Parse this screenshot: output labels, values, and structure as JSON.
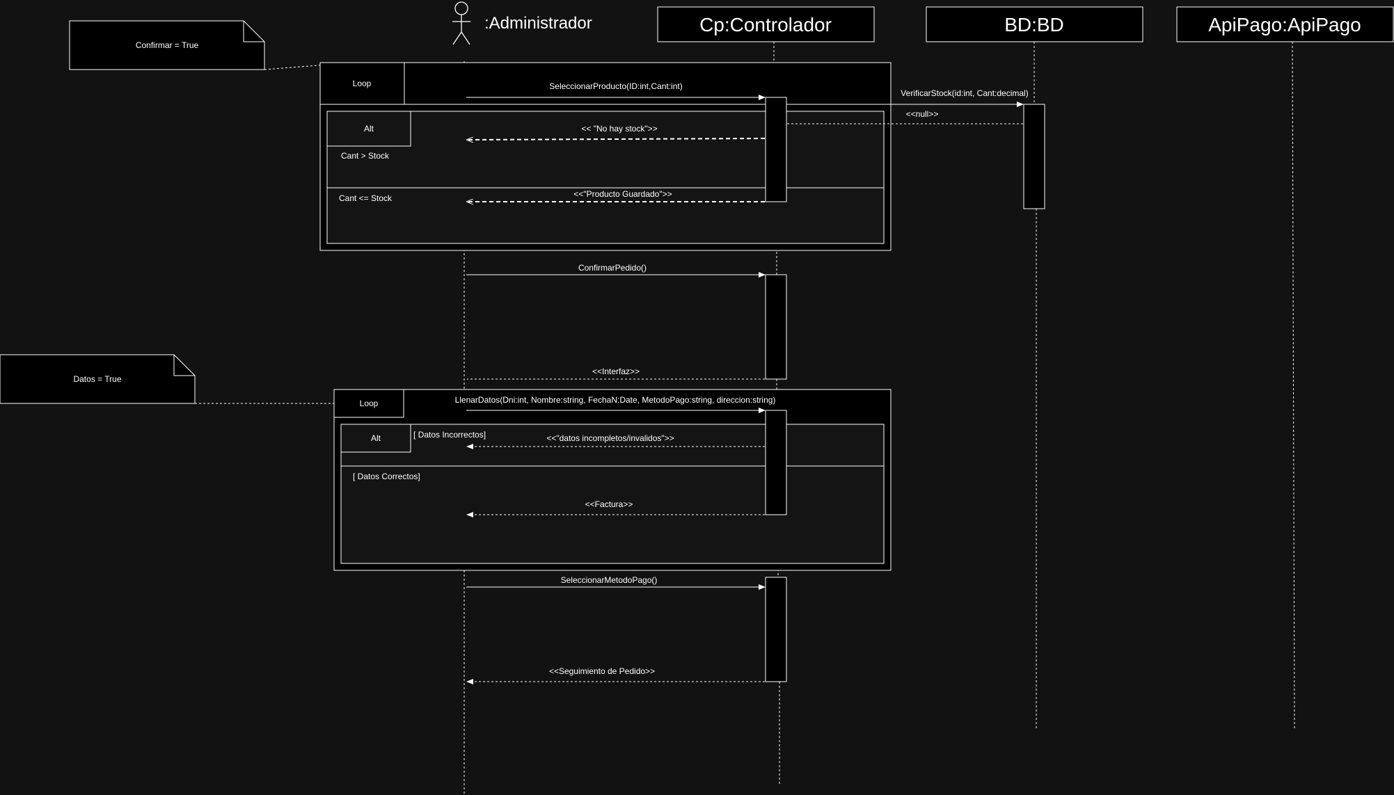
{
  "participants": {
    "admin": ":Administrador",
    "controlador": "Cp:Controlador",
    "bd": "BD:BD",
    "apipago": "ApiPago:ApiPago"
  },
  "notes": {
    "confirmar": "Confirmar = True",
    "datos": "Datos = True"
  },
  "fragments": {
    "loop1_label": "Loop",
    "alt1_label": "Alt",
    "alt1_guard1": "Cant > Stock",
    "alt1_guard2": "Cant <= Stock",
    "loop2_label": "Loop",
    "alt2_label": "Alt",
    "alt2_guard1": "[ Datos Incorrectos]",
    "alt2_guard2": "[ Datos Correctos]"
  },
  "messages": {
    "seleccionar_producto": "SeleccionarProducto(ID:int,Cant:int)",
    "verificar_stock": "VerificarStock(id:int, Cant:decimal)",
    "null_return": "<<null>>",
    "no_hay_stock": "<< \"No hay stock\">>",
    "producto_guardado": "<<\"Producto Guardado\">>",
    "confirmar_pedido": "ConfirmarPedido()",
    "interfaz": "<<Interfaz>>",
    "llenar_datos": "LlenarDatos(Dni:int, Nombre:string, FechaN:Date, MetodoPago:string, direccion:string)",
    "datos_incompletos": "<<\"datos incompletos/invalidos\">>",
    "factura": "<<Factura>>",
    "seleccionar_metodo_pago": "SeleccionarMetodoPago()",
    "seguimiento": "<<Seguimiento de Pedido>>"
  }
}
